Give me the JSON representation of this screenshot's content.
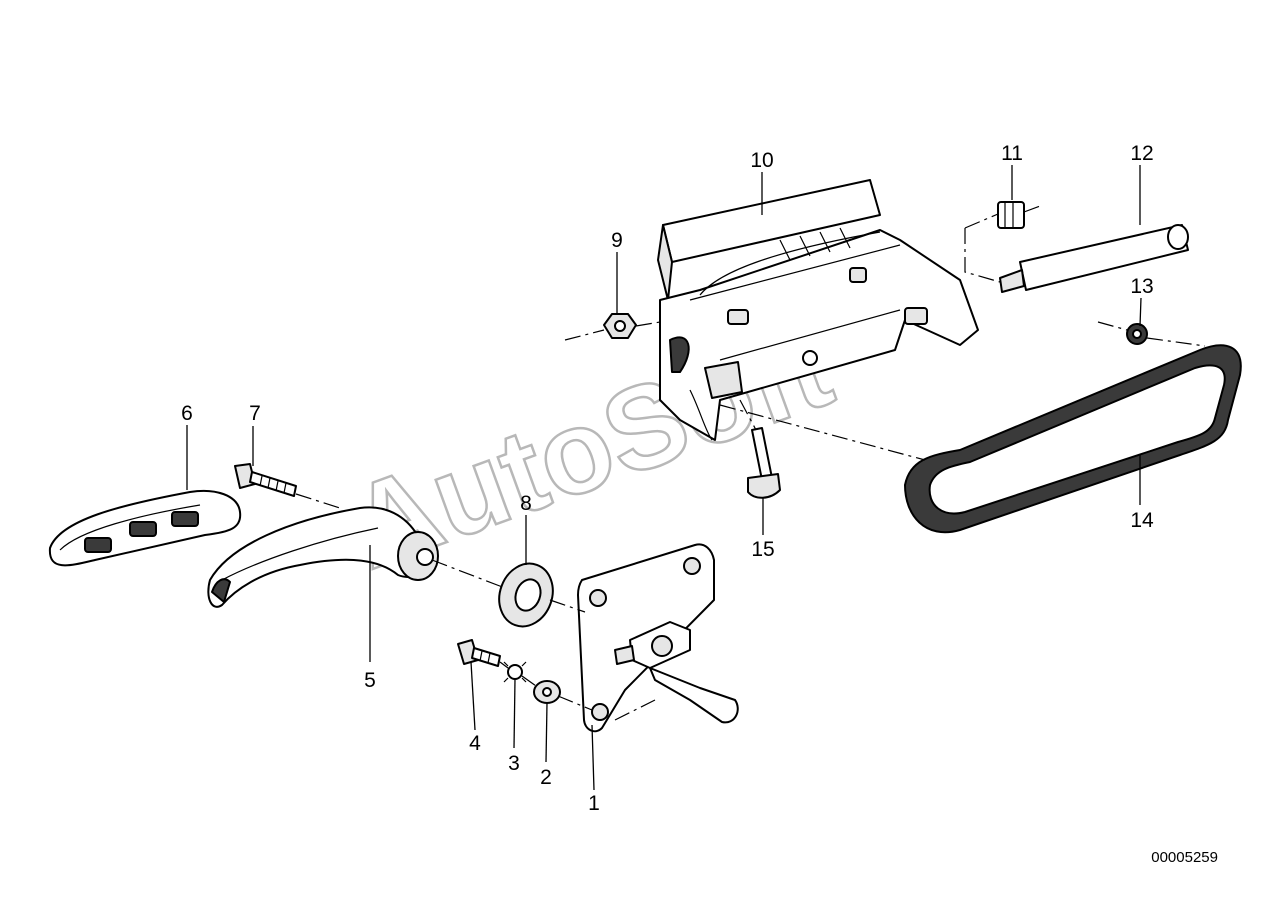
{
  "diagram": {
    "callouts": [
      "1",
      "2",
      "3",
      "4",
      "5",
      "6",
      "7",
      "8",
      "9",
      "10",
      "11",
      "12",
      "13",
      "14",
      "15"
    ],
    "drawing_number": "00005259",
    "watermark": "AutoSoft"
  }
}
